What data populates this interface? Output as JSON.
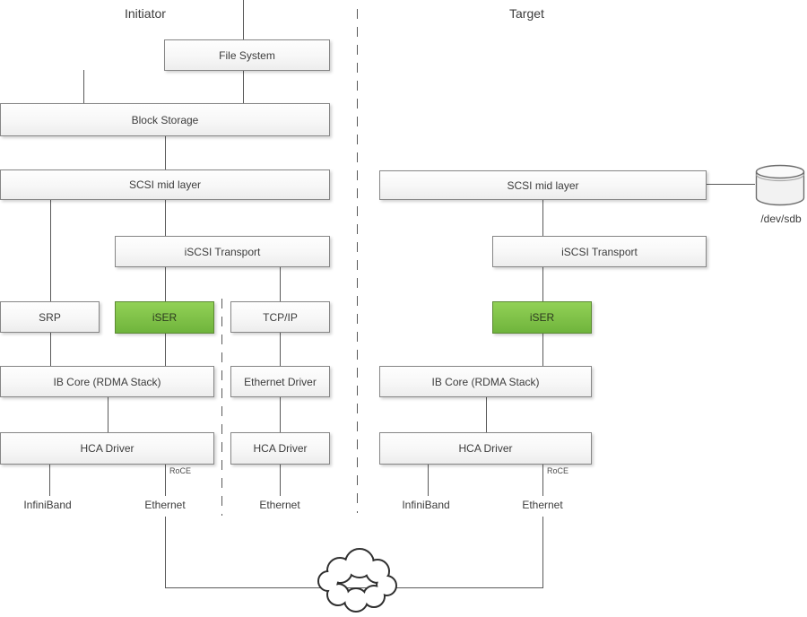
{
  "header": {
    "initiator": "Initiator",
    "target": "Target"
  },
  "initiator": {
    "file_system": "File System",
    "block_storage": "Block Storage",
    "scsi_mid_layer": "SCSI mid layer",
    "iscsi_transport": "iSCSI Transport",
    "srp": "SRP",
    "iser": "iSER",
    "tcp_ip": "TCP/IP",
    "ib_core": "IB Core (RDMA Stack)",
    "ethernet_driver": "Ethernet Driver",
    "hca_driver_rdma": "HCA Driver",
    "hca_driver_eth": "HCA Driver",
    "roce": "RoCE",
    "infiniband": "InfiniBand",
    "ethernet_rdma": "Ethernet",
    "ethernet_tcp": "Ethernet"
  },
  "target": {
    "scsi_mid_layer": "SCSI mid layer",
    "iscsi_transport": "iSCSI Transport",
    "iser": "iSER",
    "ib_core": "IB Core (RDMA Stack)",
    "hca_driver": "HCA Driver",
    "roce": "RoCE",
    "infiniband": "InfiniBand",
    "ethernet": "Ethernet",
    "device": "/dev/sdb"
  },
  "colors": {
    "iser_green_light": "#92d156",
    "iser_green_dark": "#6fb43c",
    "iser_green_border": "#5c8a33",
    "box_fill_top": "#fefefe",
    "box_fill_bottom": "#ededed",
    "box_border": "#868686",
    "line": "#595959"
  }
}
